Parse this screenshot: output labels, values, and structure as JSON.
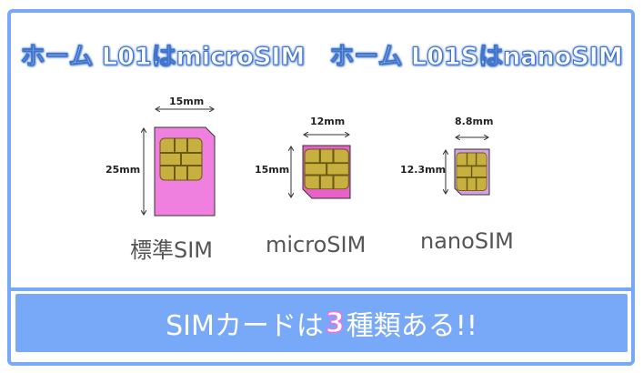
{
  "title": "ホーム L01はmicroSIM　ホーム L01SはnanoSIM",
  "cards": [
    {
      "name": "標準SIM",
      "width": "15mm",
      "height": "25mm",
      "color": "#f080e0"
    },
    {
      "name": "microSIM",
      "width": "12mm",
      "height": "15mm",
      "color": "#e860c8"
    },
    {
      "name": "nanoSIM",
      "width": "8.8mm",
      "height": "12.3mm",
      "color": "#d8a0e0"
    }
  ],
  "banner": {
    "prefix": "SIMカードは",
    "number": "3",
    "suffix": "種類ある!!"
  }
}
